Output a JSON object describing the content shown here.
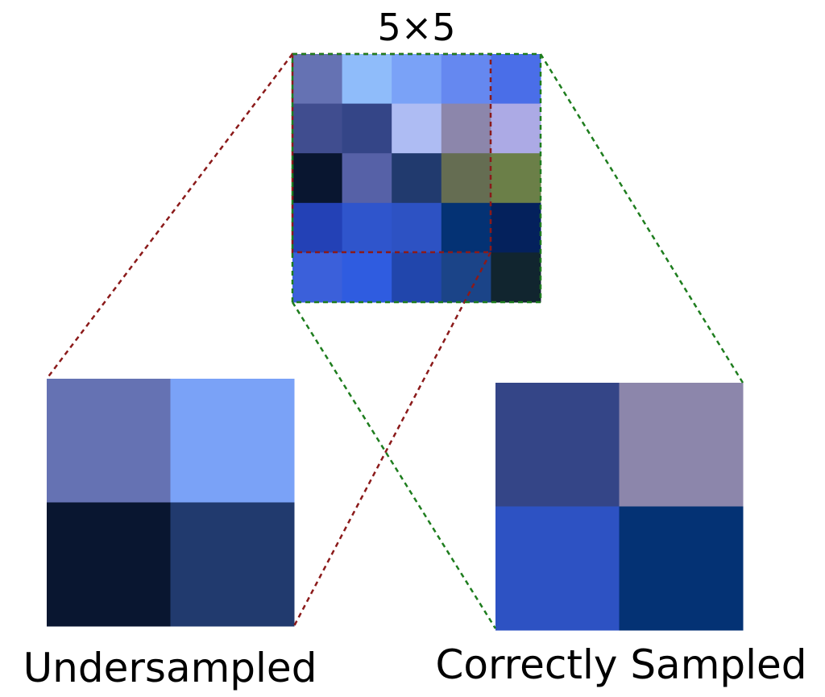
{
  "title": "5×5",
  "grid": {
    "rows": 5,
    "cols": 5,
    "colors": [
      [
        "#6572b3",
        "#8fbcfa",
        "#7aa2f7",
        "#6588f0",
        "#4a6ee8"
      ],
      [
        "#404d8f",
        "#344587",
        "#aebcf3",
        "#8c86ab",
        "#acaae5"
      ],
      [
        "#091630",
        "#5661a7",
        "#213a6e",
        "#656d52",
        "#6b7f48"
      ],
      [
        "#2341b6",
        "#2f55cc",
        "#2d52c3",
        "#043274",
        "#04215c"
      ],
      [
        "#3b60da",
        "#2f5ce0",
        "#2146ac",
        "#1b4488",
        "#11252f"
      ]
    ]
  },
  "undersampled": {
    "label": "Undersampled",
    "colors": [
      [
        "#6572b3",
        "#7aa2f7"
      ],
      [
        "#091630",
        "#213a6e"
      ]
    ]
  },
  "correct": {
    "label": "Correctly Sampled",
    "colors": [
      [
        "#344587",
        "#8c86ab"
      ],
      [
        "#2d52c3",
        "#043274"
      ]
    ]
  },
  "colors": {
    "undersampled_guide": "#8b1a1a",
    "correct_guide": "#1e7d1e"
  }
}
